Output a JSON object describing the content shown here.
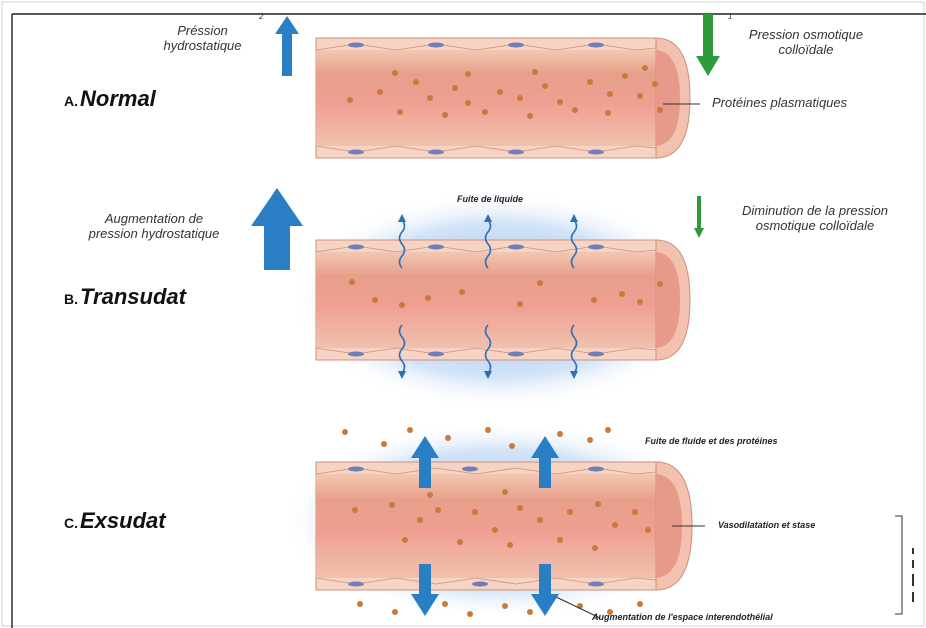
{
  "sections": [
    {
      "letter": "A.",
      "title": "Normal"
    },
    {
      "letter": "B.",
      "title": "Transudat"
    },
    {
      "letter": "C.",
      "title": "Exsudat"
    }
  ],
  "labels": {
    "hydrostatic_pressure": "Préssion\nhydrostatique",
    "oncotic_pressure": "Pression osmotique\ncolloïdale",
    "plasma_proteins": "Protéines plasmatiques",
    "increased_hydrostatic": "Augmentation de\npression hydrostatique",
    "decreased_oncotic": "Diminution de la pression\nosmotique colloïdale",
    "fluid_leak": "Fuite de liquide",
    "fluid_protein_leak": "Fuite de fluide et des protéines",
    "vasodilation": "Vasodilatation et stase",
    "interendothelial_gap": "Augmentation de l'espace interendothélial",
    "footnote_1": "2",
    "footnote_2": "1"
  },
  "colors": {
    "artery": "#f2c0aa",
    "lumen": "#e8a48c",
    "endothelium": "#f6d7c8",
    "nucleus": "#6e7fb8",
    "protein": "#c97a3a",
    "blue_arrow": "#2a7fc4",
    "green_arrow": "#2f9a3c",
    "edema": "#8ab3e6"
  }
}
